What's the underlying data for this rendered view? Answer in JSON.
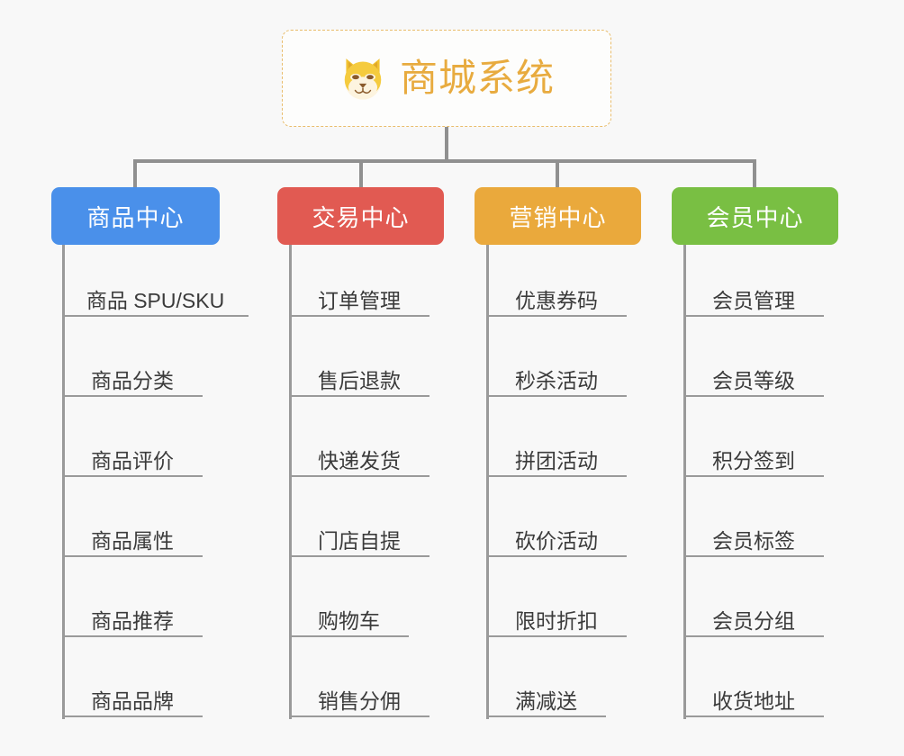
{
  "background_color": "#f8f8f8",
  "connector_color": "#909090",
  "root": {
    "title": "商城系统",
    "icon": "shiba-dog-face-icon",
    "border_color": "#e9bd6c",
    "text_color": "#e8ab3f",
    "background": "#fdfdfc"
  },
  "categories": [
    {
      "label": "商品中心",
      "color": "#4a90ea",
      "items": [
        "商品 SPU/SKU",
        "商品分类",
        "商品评价",
        "商品属性",
        "商品推荐",
        "商品品牌"
      ]
    },
    {
      "label": "交易中心",
      "color": "#e15a52",
      "items": [
        "订单管理",
        "售后退款",
        "快递发货",
        "门店自提",
        "购物车",
        "销售分佣"
      ]
    },
    {
      "label": "营销中心",
      "color": "#eaa93c",
      "items": [
        "优惠券码",
        "秒杀活动",
        "拼团活动",
        "砍价活动",
        "限时折扣",
        "满减送"
      ]
    },
    {
      "label": "会员中心",
      "color": "#79bf43",
      "items": [
        "会员管理",
        "会员等级",
        "积分签到",
        "会员标签",
        "会员分组",
        "收货地址"
      ]
    }
  ]
}
